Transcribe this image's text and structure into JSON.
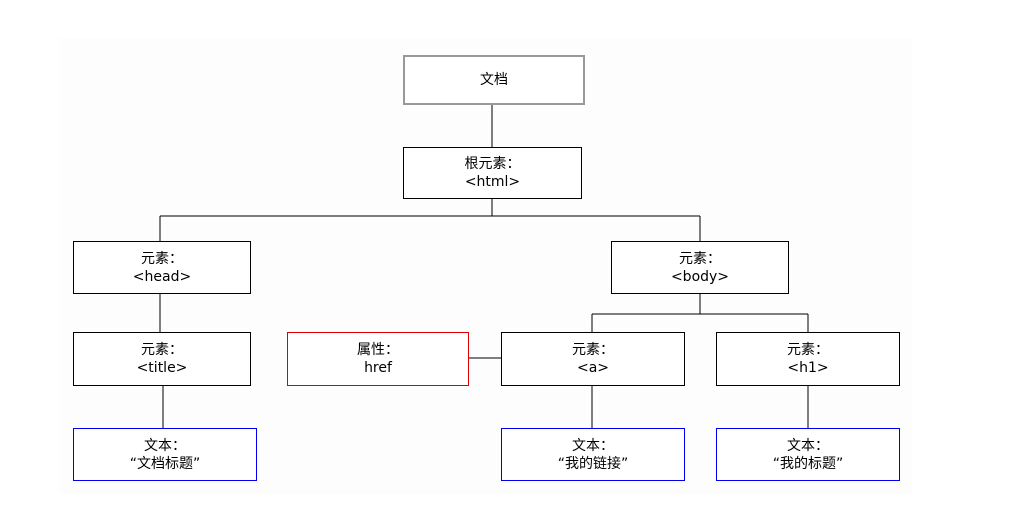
{
  "colors": {
    "line": "#000000",
    "document_border": "#999999",
    "element_border": "#000000",
    "attribute_border": "#dd0000",
    "text_border": "#0000ee"
  },
  "nodes": {
    "document": {
      "line1": "文档"
    },
    "html": {
      "line1": "根元素：",
      "line2": "<html>"
    },
    "head": {
      "line1": "元素：",
      "line2": "<head>"
    },
    "body": {
      "line1": "元素：",
      "line2": "<body>"
    },
    "title": {
      "line1": "元素：",
      "line2": "<title>"
    },
    "href": {
      "line1": "属性：",
      "line2": "href"
    },
    "a": {
      "line1": "元素：",
      "line2": "<a>"
    },
    "h1": {
      "line1": "元素：",
      "line2": "<h1>"
    },
    "title_text": {
      "line1": "文本：",
      "line2": "“文档标题”"
    },
    "a_text": {
      "line1": "文本：",
      "line2": "“我的链接”"
    },
    "h1_text": {
      "line1": "文本：",
      "line2": "“我的标题”"
    }
  }
}
